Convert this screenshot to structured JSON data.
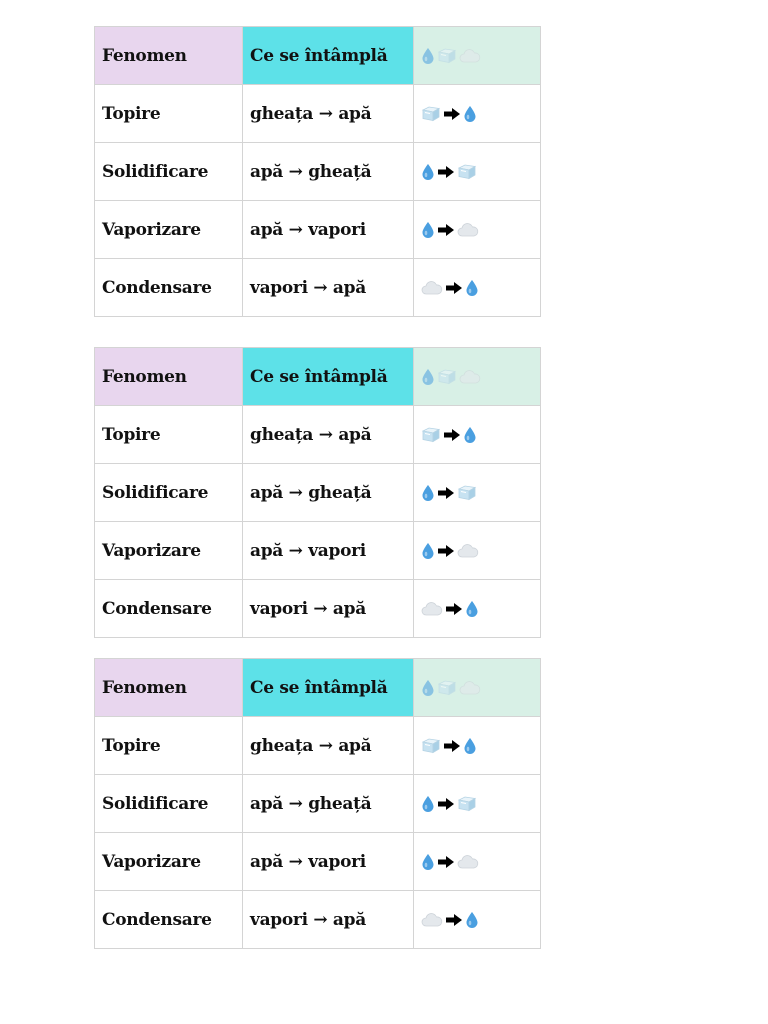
{
  "colors": {
    "header_phenomenon": "#e8d6ee",
    "header_description": "#5de1e8",
    "header_icons": "#d8f0e6",
    "drop": "#4a9fe0",
    "arrow": "#000000"
  },
  "tables": [
    {
      "header": {
        "phenomenon": "Fenomen",
        "description": "Ce se întâmplă",
        "icons": [
          "drop-icon",
          "ice-cube-icon",
          "cloud-icon"
        ]
      },
      "rows": [
        {
          "phenomenon": "Topire",
          "description": "gheața → apă",
          "icons": [
            "ice-cube-icon",
            "arrow-right-icon",
            "drop-icon"
          ]
        },
        {
          "phenomenon": "Solidificare",
          "description": "apă → gheață",
          "icons": [
            "drop-icon",
            "arrow-right-icon",
            "ice-cube-icon"
          ]
        },
        {
          "phenomenon": "Vaporizare",
          "description": "apă → vapori",
          "icons": [
            "drop-icon",
            "arrow-right-icon",
            "cloud-icon"
          ]
        },
        {
          "phenomenon": "Condensare",
          "description": "vapori → apă",
          "icons": [
            "cloud-icon",
            "arrow-right-icon",
            "drop-icon"
          ]
        }
      ]
    },
    {
      "header": {
        "phenomenon": "Fenomen",
        "description": "Ce se întâmplă",
        "icons": [
          "drop-icon",
          "ice-cube-icon",
          "cloud-icon"
        ]
      },
      "rows": [
        {
          "phenomenon": "Topire",
          "description": "gheața → apă",
          "icons": [
            "ice-cube-icon",
            "arrow-right-icon",
            "drop-icon"
          ]
        },
        {
          "phenomenon": "Solidificare",
          "description": "apă → gheață",
          "icons": [
            "drop-icon",
            "arrow-right-icon",
            "ice-cube-icon"
          ]
        },
        {
          "phenomenon": "Vaporizare",
          "description": "apă → vapori",
          "icons": [
            "drop-icon",
            "arrow-right-icon",
            "cloud-icon"
          ]
        },
        {
          "phenomenon": "Condensare",
          "description": "vapori → apă",
          "icons": [
            "cloud-icon",
            "arrow-right-icon",
            "drop-icon"
          ]
        }
      ]
    },
    {
      "header": {
        "phenomenon": "Fenomen",
        "description": "Ce se întâmplă",
        "icons": [
          "drop-icon",
          "ice-cube-icon",
          "cloud-icon"
        ]
      },
      "rows": [
        {
          "phenomenon": "Topire",
          "description": "gheața → apă",
          "icons": [
            "ice-cube-icon",
            "arrow-right-icon",
            "drop-icon"
          ]
        },
        {
          "phenomenon": "Solidificare",
          "description": "apă → gheață",
          "icons": [
            "drop-icon",
            "arrow-right-icon",
            "ice-cube-icon"
          ]
        },
        {
          "phenomenon": "Vaporizare",
          "description": "apă → vapori",
          "icons": [
            "drop-icon",
            "arrow-right-icon",
            "cloud-icon"
          ]
        },
        {
          "phenomenon": "Condensare",
          "description": "vapori → apă",
          "icons": [
            "cloud-icon",
            "arrow-right-icon",
            "drop-icon"
          ]
        }
      ]
    }
  ]
}
